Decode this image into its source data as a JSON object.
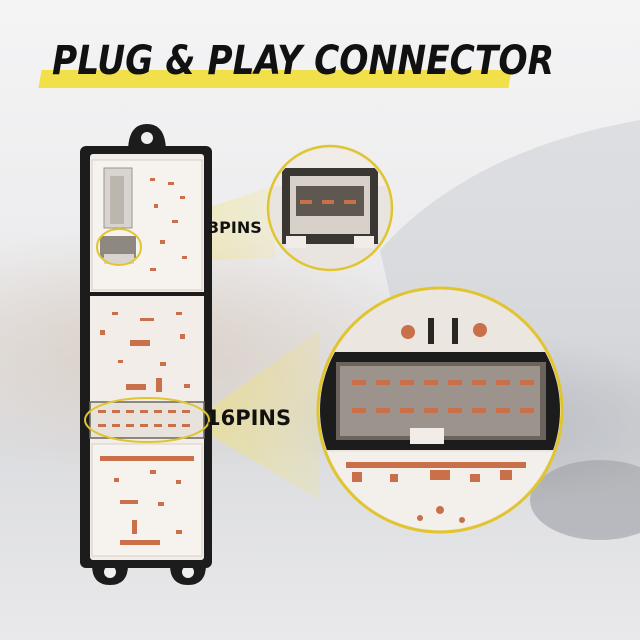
{
  "banner": {
    "title": "PLUG & PLAY CONNECTOR"
  },
  "callouts": {
    "three_pin": "3PINS",
    "sixteen_pin": "16PINS"
  },
  "colors": {
    "accent_yellow": "#f2e04a",
    "housing_black": "#1c1c1c",
    "board_white": "#f2ede8",
    "copper": "#c9704a"
  }
}
